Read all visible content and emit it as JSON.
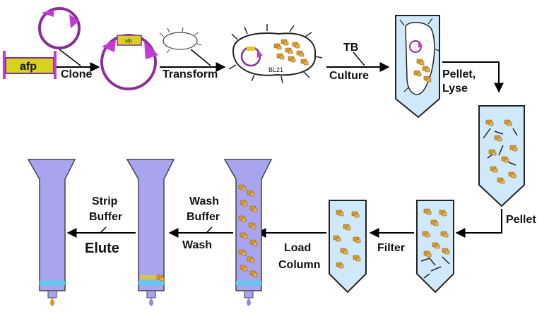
{
  "labels": {
    "afp": "afp",
    "afp_small": "afp",
    "clone": "Clone",
    "transform": "Transform",
    "bl21": "BL21",
    "tb": "TB",
    "culture": "Culture",
    "pellet_lyse_1": "Pellet,",
    "pellet_lyse_2": "Lyse",
    "pellet": "Pellet",
    "filter": "Filter",
    "load": "Load",
    "column": "Column",
    "wash_buffer_1": "Wash",
    "wash_buffer_2": "Buffer",
    "wash": "Wash",
    "strip_1": "Strip",
    "strip_2": "Buffer",
    "elute": "Elute"
  },
  "colors": {
    "gene_yellow": "#d7d21e",
    "plasmid_purple": "#8a2f98",
    "insert_magenta": "#c23bd2",
    "protein_gold": "#d89a2a",
    "tube_blue": "#cfe9fb",
    "column_lavender": "#a9a4f0",
    "resin_cyan": "#53d0f0",
    "arrow_black": "#000000"
  }
}
